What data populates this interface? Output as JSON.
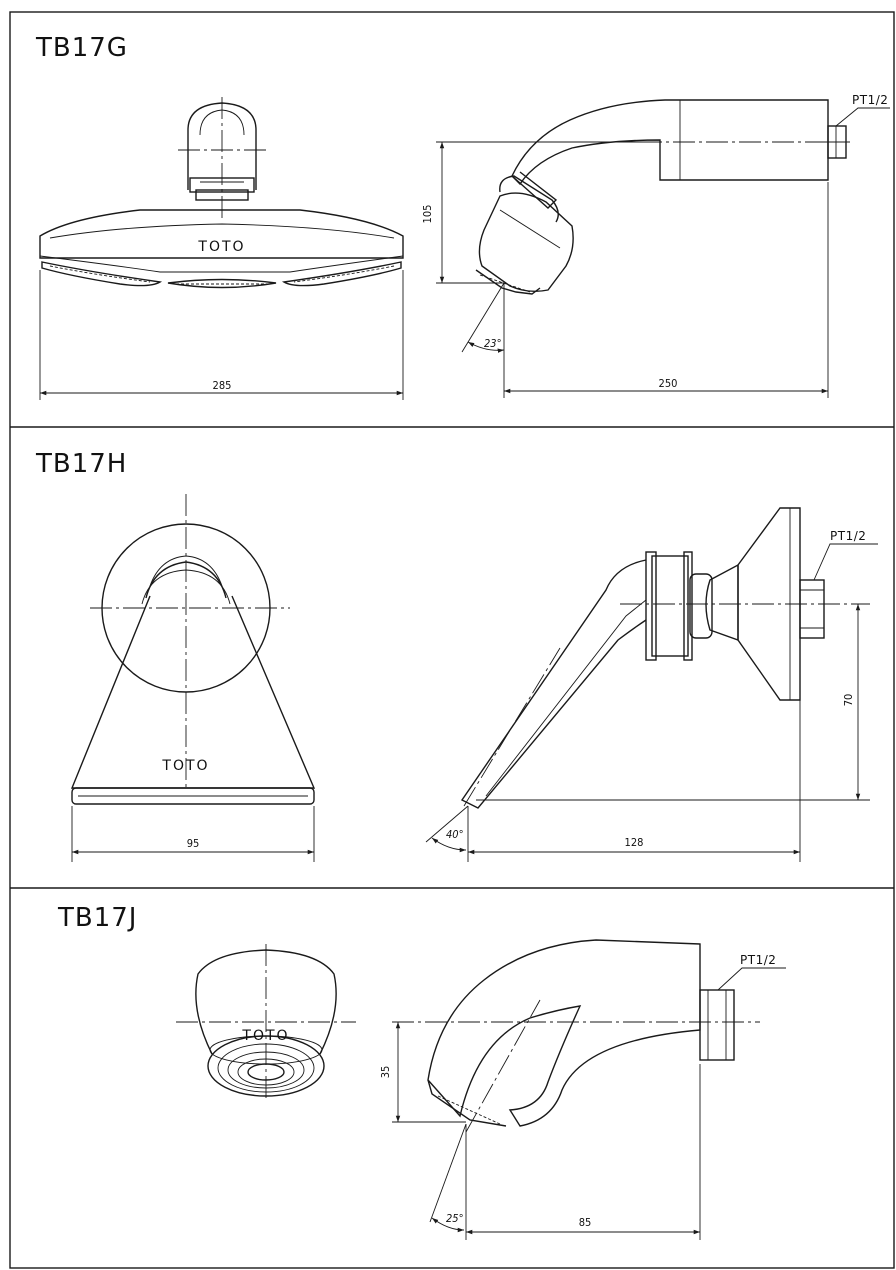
{
  "panels": [
    {
      "model": "TB17G",
      "brand": "TOTO",
      "thread": "PT1/2",
      "dims": {
        "width": "285",
        "height": "105",
        "length": "250",
        "angle": "23°"
      }
    },
    {
      "model": "TB17H",
      "brand": "TOTO",
      "thread": "PT1/2",
      "dims": {
        "width": "95",
        "height": "70",
        "length": "128",
        "angle": "40°"
      }
    },
    {
      "model": "TB17J",
      "brand": "TOTO",
      "thread": "PT1/2",
      "dims": {
        "height": "35",
        "length": "85",
        "angle": "25°"
      }
    }
  ]
}
